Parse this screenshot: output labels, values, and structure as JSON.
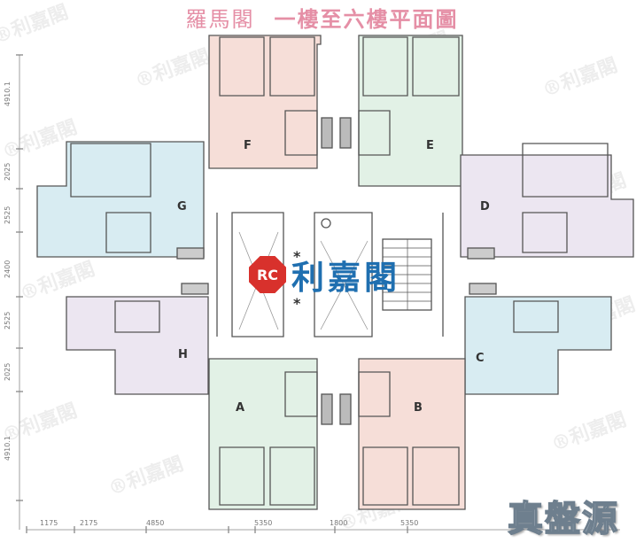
{
  "title": {
    "estate": "羅馬閣",
    "subtitle": "一樓至六樓平面圖"
  },
  "colors": {
    "title": "#e58fa6",
    "unit_pink": "#f6ded8",
    "unit_green": "#e2f1e6",
    "unit_blue": "#d8ecf2",
    "unit_lavender": "#ece6f1",
    "wall": "#555555",
    "logo_red": "#d8312c",
    "logo_blue": "#1f6fb0"
  },
  "units": [
    {
      "id": "A",
      "color": "green"
    },
    {
      "id": "B",
      "color": "pink"
    },
    {
      "id": "C",
      "color": "blue"
    },
    {
      "id": "D",
      "color": "lavender"
    },
    {
      "id": "E",
      "color": "green"
    },
    {
      "id": "F",
      "color": "pink"
    },
    {
      "id": "G",
      "color": "blue"
    },
    {
      "id": "H",
      "color": "lavender"
    }
  ],
  "dimensions": {
    "vertical": [
      "4910.1",
      "2025",
      "2525",
      "2400",
      "2525",
      "2025",
      "4910.1"
    ],
    "horizontal": [
      "1175",
      "2175",
      "4850",
      "5350",
      "1800",
      "5350"
    ]
  },
  "core": {
    "markers": [
      "*",
      "*"
    ]
  },
  "logo": {
    "badge": "RC",
    "name": "利嘉閣"
  },
  "brand": {
    "label": "真盤源"
  },
  "watermark": {
    "text": "®利嘉閣"
  }
}
